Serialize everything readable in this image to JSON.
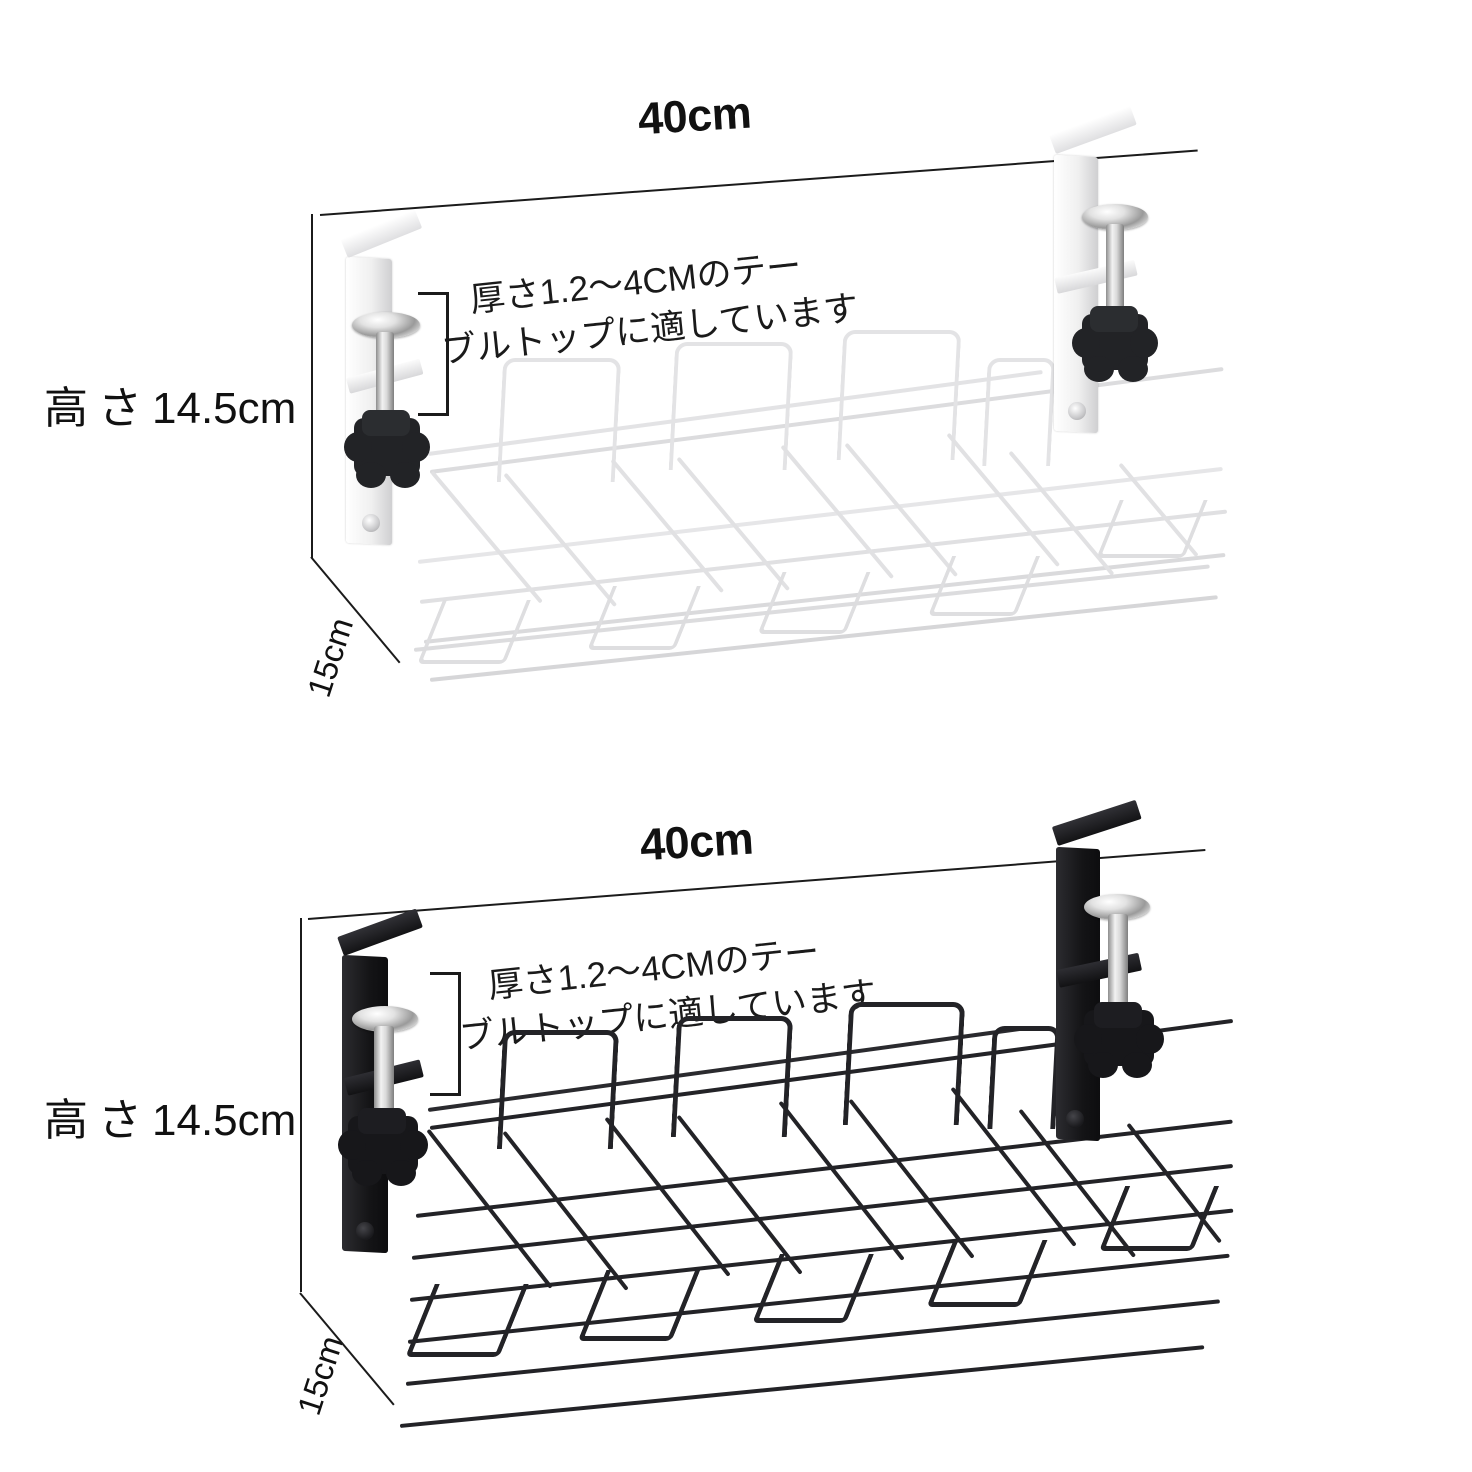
{
  "diagram": {
    "title_note": "under-desk cable management tray dimension diagram",
    "background_color": "#ffffff",
    "line_color": "#1b1b1b"
  },
  "panels": [
    {
      "id": "white-tray",
      "variant_label": "white",
      "product_color": "#ffffff",
      "wire_color": "#d8d8da",
      "clamp_color": "#f4f4f4",
      "knob_color": "#222326",
      "dimensions": {
        "width": "40cm",
        "height_prefix": "高さ",
        "height_value": "14.5cm",
        "depth": "15cm"
      },
      "annotation": {
        "line1": "厚さ1.2〜4CMのテー",
        "line2": "ブルトップに適しています",
        "full": "厚さ1.2〜4CMのテーブルトップに適しています"
      }
    },
    {
      "id": "black-tray",
      "variant_label": "black",
      "product_color": "#1a1a1c",
      "wire_color": "#232327",
      "clamp_color": "#1c1c1f",
      "knob_color": "#18181a",
      "dimensions": {
        "width": "40cm",
        "height_prefix": "高さ",
        "height_value": "14.5cm",
        "depth": "15cm"
      },
      "annotation": {
        "line1": "厚さ1.2〜4CMのテー",
        "line2": "ブルトップに適しています",
        "full": "厚さ1.2〜4CMのテーブルトップに適しています"
      }
    }
  ]
}
